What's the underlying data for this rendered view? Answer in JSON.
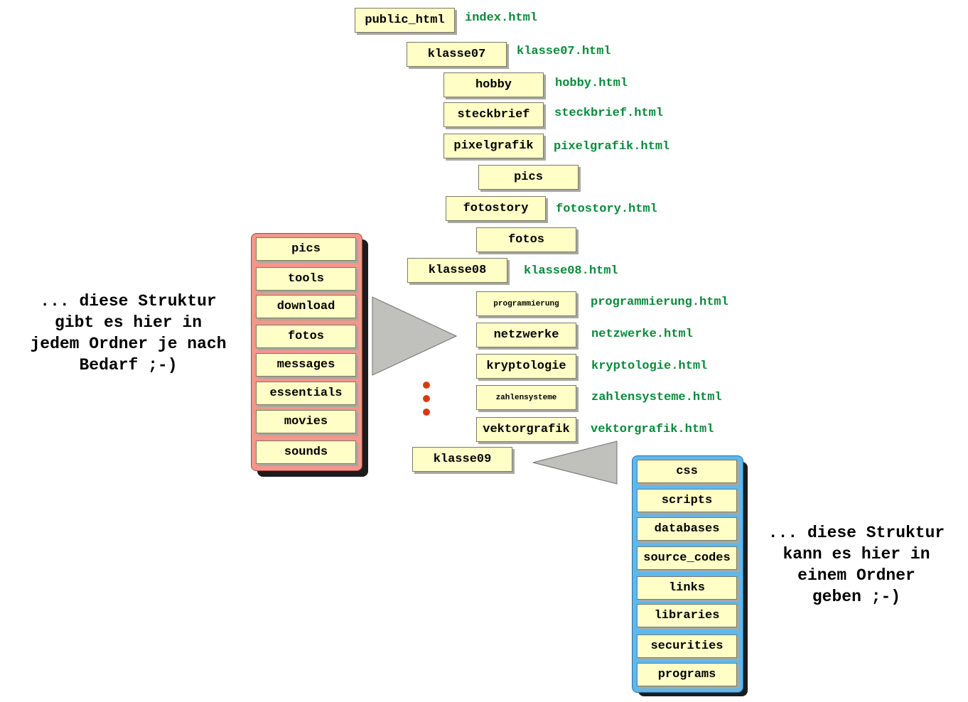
{
  "tree": {
    "root": {
      "folder": "public_html",
      "file": "index.html"
    },
    "klasse07": {
      "folder": "klasse07",
      "file": "klasse07.html"
    },
    "hobby": {
      "folder": "hobby",
      "file": "hobby.html"
    },
    "steckbrief": {
      "folder": "steckbrief",
      "file": "steckbrief.html"
    },
    "pixelgrafik": {
      "folder": "pixelgrafik",
      "file": "pixelgrafik.html"
    },
    "pixelgrafik_pics": {
      "folder": "pics"
    },
    "fotostory": {
      "folder": "fotostory",
      "file": "fotostory.html"
    },
    "fotostory_fotos": {
      "folder": "fotos"
    },
    "klasse08": {
      "folder": "klasse08",
      "file": "klasse08.html"
    },
    "programmierung": {
      "folder": "programmierung",
      "file": "programmierung.html"
    },
    "netzwerke": {
      "folder": "netzwerke",
      "file": "netzwerke.html"
    },
    "kryptologie": {
      "folder": "kryptologie",
      "file": "kryptologie.html"
    },
    "zahlensysteme": {
      "folder": "zahlensysteme",
      "file": "zahlensysteme.html"
    },
    "vektorgrafik": {
      "folder": "vektorgrafik",
      "file": "vektorgrafik.html"
    },
    "klasse09": {
      "folder": "klasse09"
    }
  },
  "subfolder_panel": {
    "items": [
      "pics",
      "tools",
      "download",
      "fotos",
      "messages",
      "essentials",
      "movies",
      "sounds"
    ],
    "note": "... diese Struktur\ngibt es hier in\njedem Ordner je nach\nBedarf ;-)",
    "color": "#f4968a"
  },
  "shared_panel": {
    "items": [
      "css",
      "scripts",
      "databases",
      "source_codes",
      "links",
      "libraries",
      "securities",
      "programs"
    ],
    "note": "... diese Struktur\nkann es hier in\neinem Ordner\ngeben ;-)",
    "color": "#5db8ee"
  },
  "colors": {
    "folder_fill": "#fefec6",
    "file_text": "#0a8a3a",
    "arrow_fill": "#c0c0bc",
    "ellipsis_dot": "#d83a14"
  }
}
